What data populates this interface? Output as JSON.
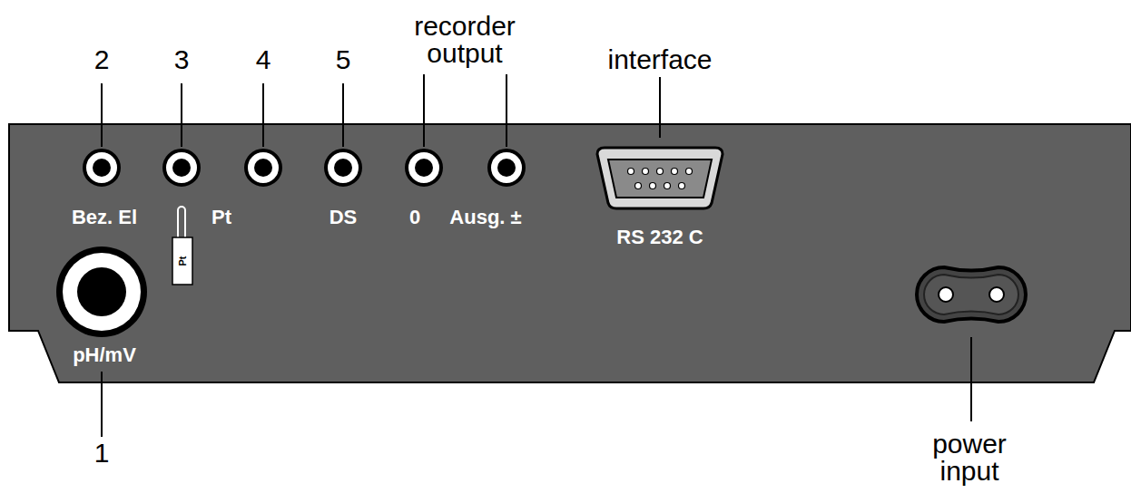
{
  "diagram": {
    "labels": [
      "2",
      "3",
      "4",
      "5",
      "recorder output",
      "interface",
      "Bez. El",
      "Pt",
      "Pt",
      "DS",
      "0",
      "Ausg. ±",
      "RS 232 C",
      "pH/mV",
      "1",
      "power input"
    ]
  }
}
